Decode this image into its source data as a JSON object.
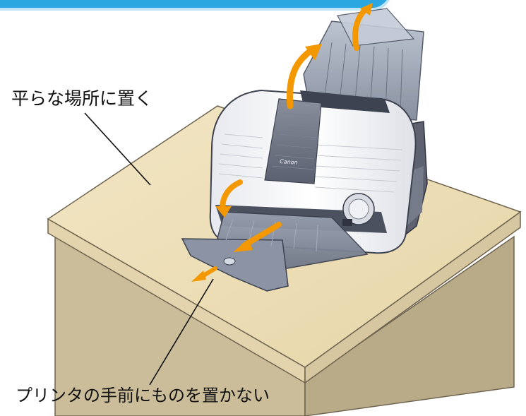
{
  "labels": {
    "flat_place": "平らな場所に置く",
    "front_clear": "プリンタの手前にものを置かない"
  },
  "printer": {
    "logo": "Canon"
  },
  "colors": {
    "top_banner": "#2aa6e0",
    "table_top": "#ecdcb3",
    "table_front": "#cbbd99",
    "table_side": "#b9ab88",
    "printer_body": "#f1f2f5",
    "printer_dark": "#5e6270",
    "tray": "#7c8494",
    "arrow": "#f39800"
  },
  "icons": [
    "orange-curved-arrow",
    "leader-line"
  ]
}
